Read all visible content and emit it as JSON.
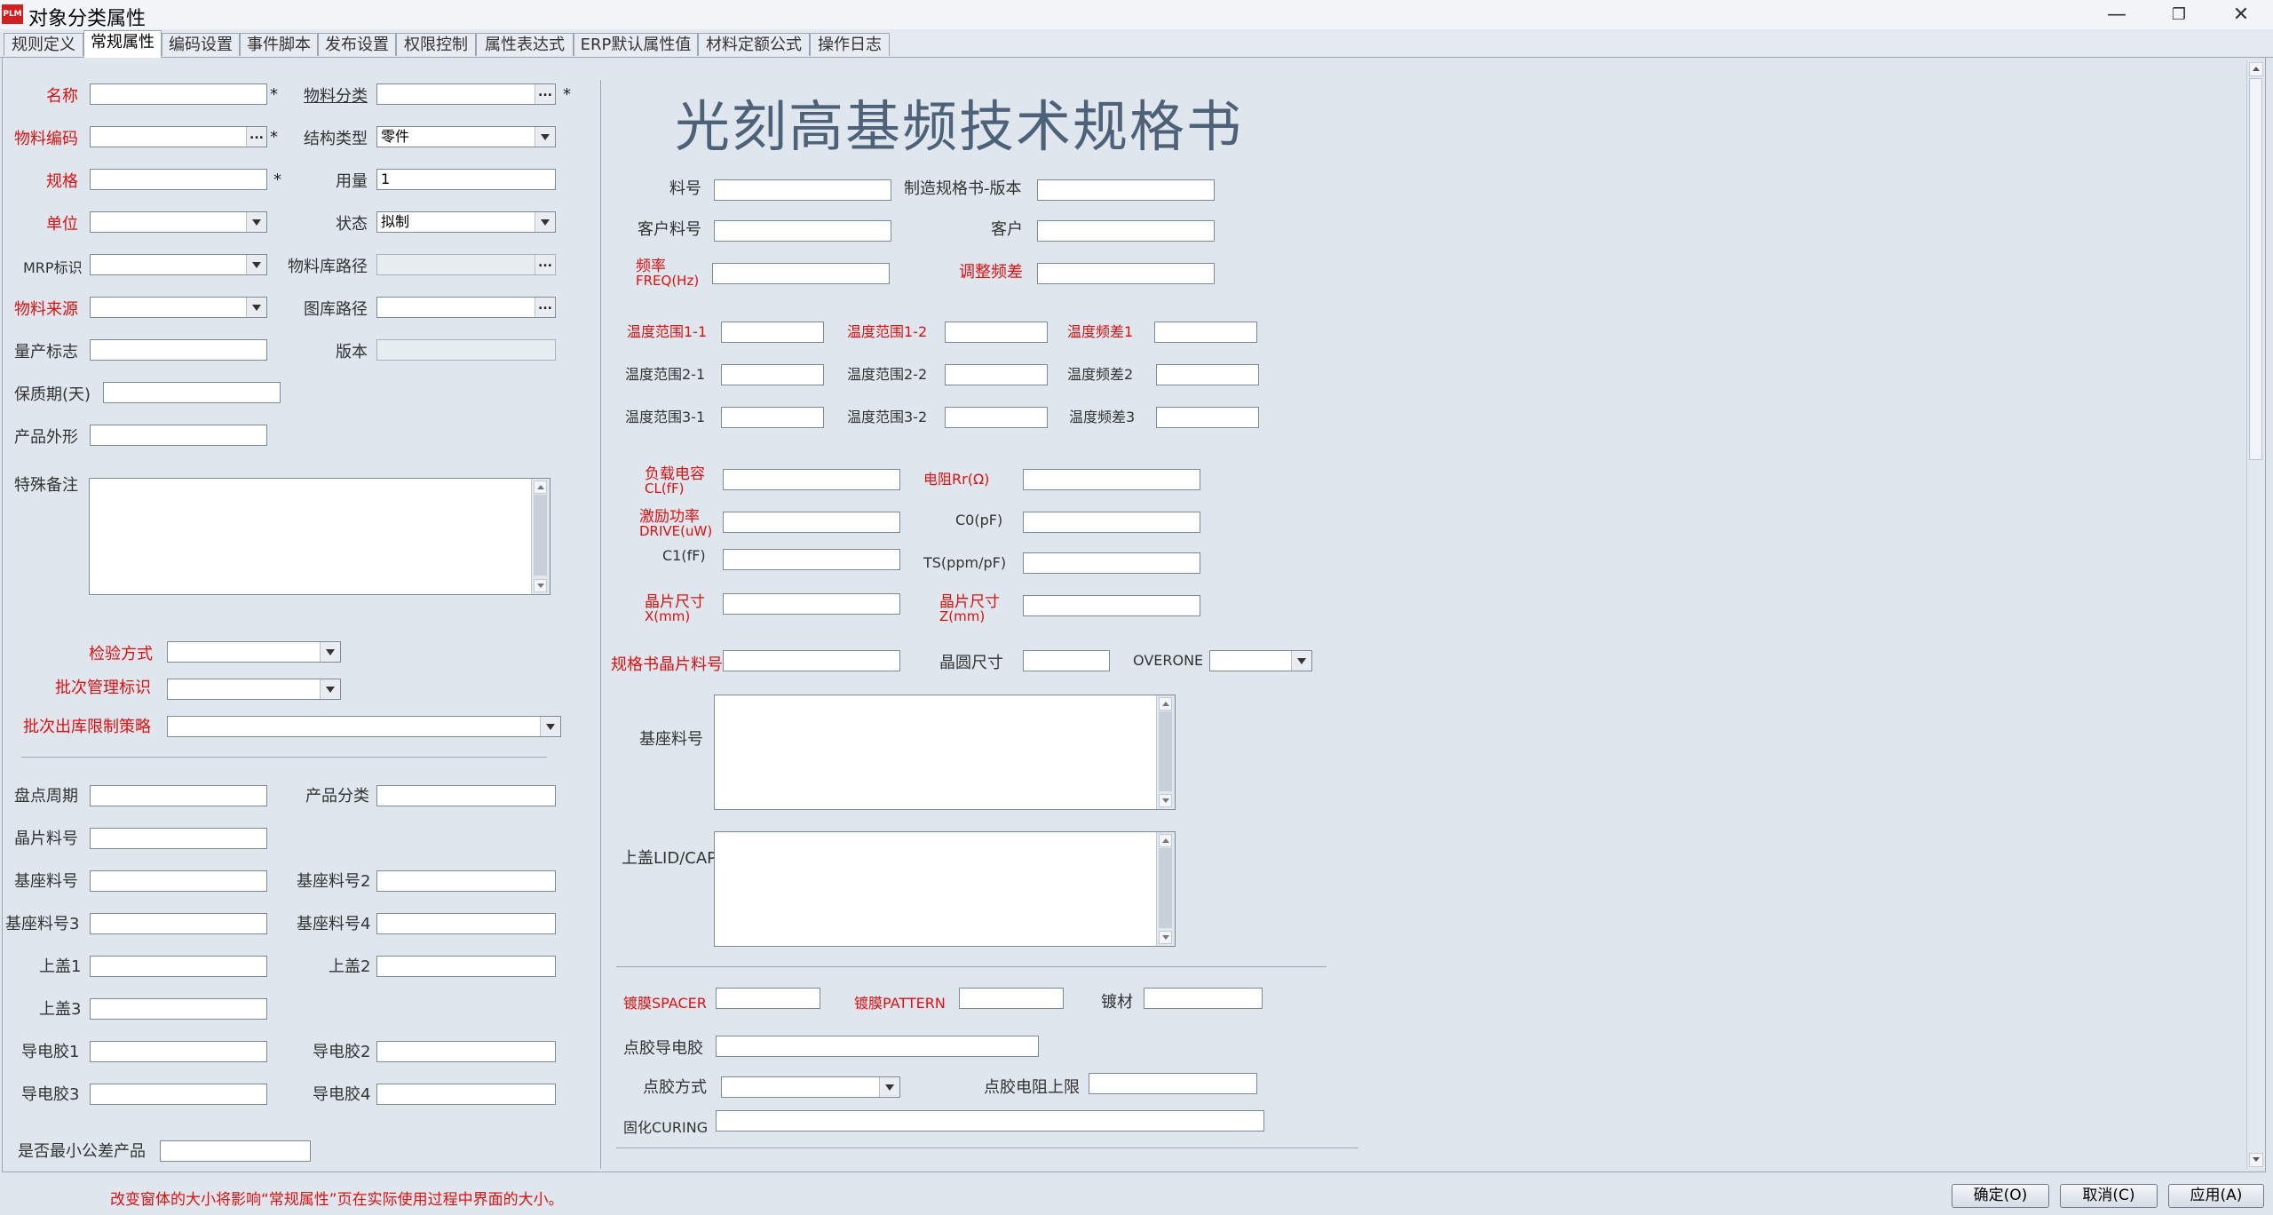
{
  "window": {
    "title": "对象分类属性",
    "app_icon": "PLM"
  },
  "tabs": [
    "规则定义",
    "常规属性",
    "编码设置",
    "事件脚本",
    "发布设置",
    "权限控制",
    "属性表达式",
    "ERP默认属性值",
    "材料定额公式",
    "操作日志"
  ],
  "left": {
    "name_label": "名称",
    "material_class_label": "物料分类",
    "material_code_label": "物料编码",
    "structure_type_label": "结构类型",
    "structure_type_value": "零件",
    "spec_label": "规格",
    "qty_label": "用量",
    "qty_value": "1",
    "unit_label": "单位",
    "state_label": "状态",
    "state_value": "拟制",
    "mrp_label": "MRP标识",
    "lib_path_label": "物料库路径",
    "source_label": "物料来源",
    "drawing_path_label": "图库路径",
    "mass_label": "量产标志",
    "version_label": "版本",
    "shelf_label": "保质期(天)",
    "shape_label": "产品外形",
    "remark_label": "特殊备注",
    "inspect_label": "检验方式",
    "batch_label": "批次管理标识",
    "batch_out_label": "批次出库限制策略",
    "stock_cycle_label": "盘点周期",
    "product_class_label": "产品分类",
    "wafer_no_label": "晶片料号",
    "base1_label": "基座料号",
    "base2_label": "基座料号2",
    "base3_label": "基座料号3",
    "base4_label": "基座料号4",
    "cap1_label": "上盖1",
    "cap2_label": "上盖2",
    "cap3_label": "上盖3",
    "glue1_label": "导电胶1",
    "glue2_label": "导电胶2",
    "glue3_label": "导电胶3",
    "glue4_label": "导电胶4",
    "min_tol_label": "是否最小公差产品"
  },
  "right": {
    "title": "光刻高基频技术规格书",
    "part_no": "料号",
    "mfg_spec_ver": "制造规格书-版本",
    "cust_part_no": "客户料号",
    "customer": "客户",
    "freq": "频率",
    "freq_unit": "FREQ(Hz)",
    "adj_tol": "调整频差",
    "t11": "温度范围1-1",
    "t12": "温度范围1-2",
    "tf1": "温度频差1",
    "t21": "温度范围2-1",
    "t22": "温度范围2-2",
    "tf2": "温度频差2",
    "t31": "温度范围3-1",
    "t32": "温度范围3-2",
    "tf3": "温度频差3",
    "cl": "负载电容",
    "cl_unit": "CL(fF)",
    "rr": "电阻Rr(Ω)",
    "drive": "激励功率",
    "drive_unit": "DRIVE(uW)",
    "c0": "C0(pF)",
    "c1": "C1(fF)",
    "ts": "TS(ppm/pF)",
    "xsize": "晶片尺寸",
    "xsize_unit": "X(mm)",
    "zsize": "晶片尺寸",
    "zsize_unit": "Z(mm)",
    "spec_wafer_no": "规格书晶片料号",
    "wafer_size": "晶圆尺寸",
    "overtone": "OVERONE",
    "base_no": "基座料号",
    "lid": "上盖LID/CAP",
    "spacer": "镀膜SPACER",
    "pattern": "镀膜PATTERN",
    "plating": "镀材",
    "dot_glue": "点胶导电胶",
    "dot_method": "点胶方式",
    "dot_res_limit": "点胶电阻上限",
    "curing": "固化CURING"
  },
  "status_text": "改变窗体的大小将影响“常规属性”页在实际使用过程中界面的大小。",
  "buttons": {
    "ok": "确定(O)",
    "cancel": "取消(C)",
    "apply": "应用(A)"
  },
  "colors": {
    "required_label": "#e01010",
    "title_text": "#4d6178",
    "background": "#dfe6ee"
  }
}
